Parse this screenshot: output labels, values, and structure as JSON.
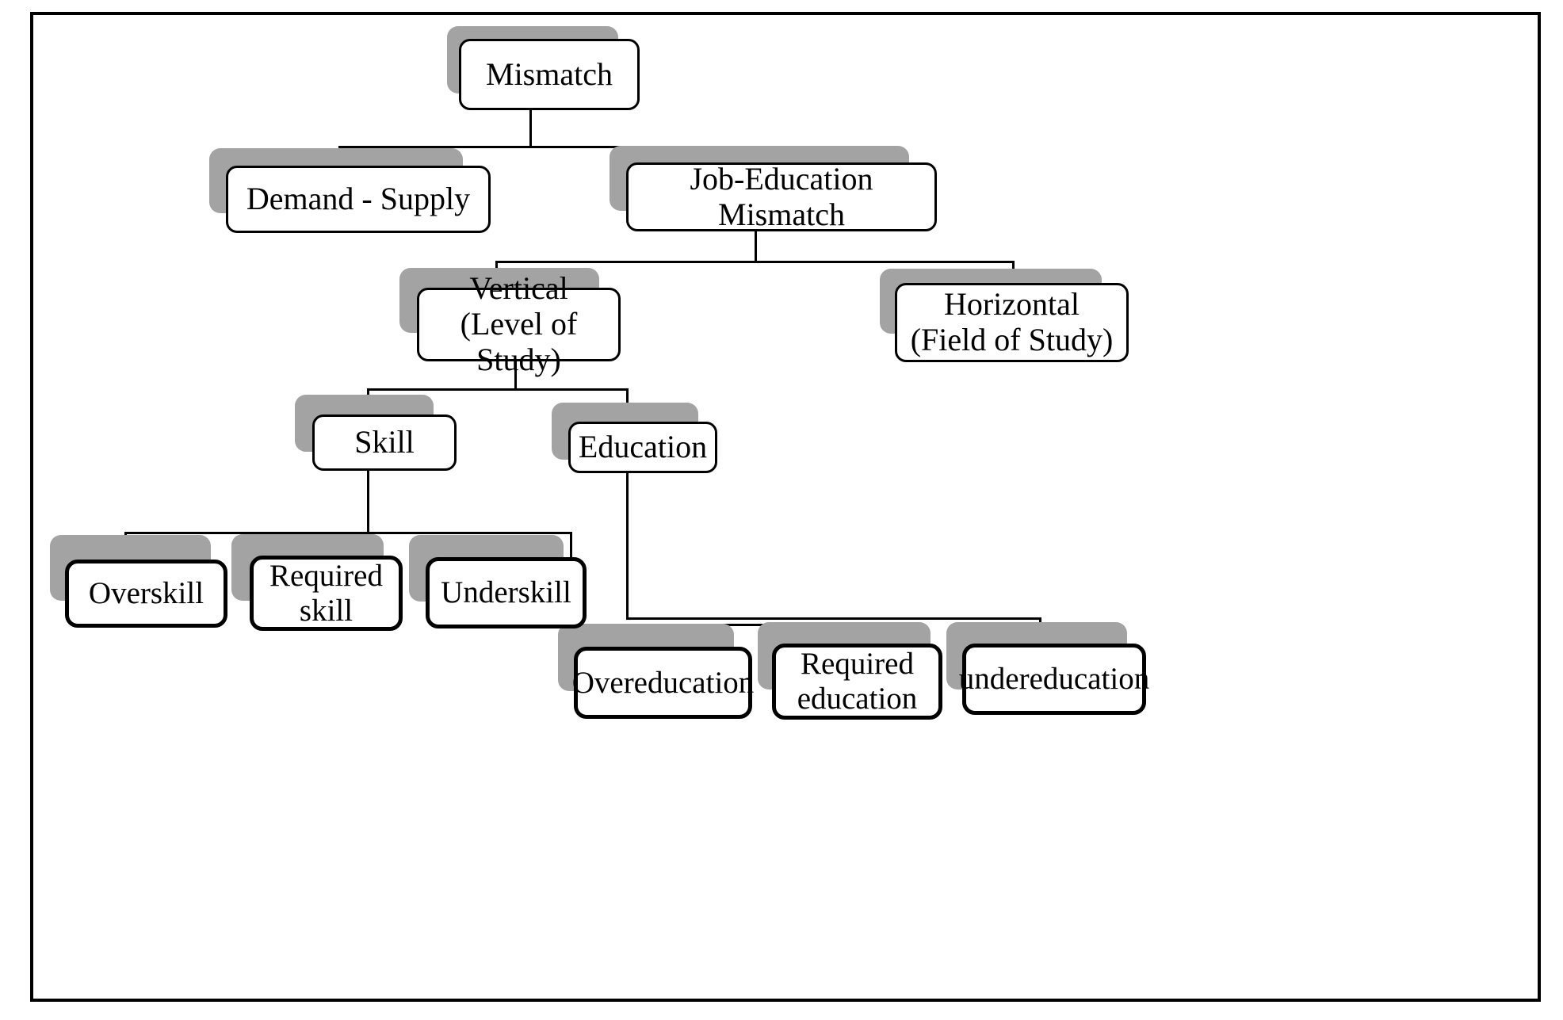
{
  "diagram": {
    "title": "Mismatch taxonomy tree",
    "type": "hierarchy-tree",
    "frame": {
      "border_color": "#000000"
    },
    "style": {
      "box_fill": "#ffffff",
      "box_border": "#000000",
      "shadow_color": "#a3a3a3",
      "line_color": "#000000"
    },
    "nodes": {
      "root": "Mismatch",
      "demand_supply": "Demand - Supply",
      "job_education_mismatch": "Job-Education Mismatch",
      "vertical_line1": "Vertical",
      "vertical_line2": "(Level of Study)",
      "horizontal_line1": "Horizontal",
      "horizontal_line2": "(Field of Study)",
      "skill": "Skill",
      "education": "Education",
      "overskill": "Overskill",
      "required_skill_line1": "Required",
      "required_skill_line2": "skill",
      "underskill": "Underskill",
      "overeducation": "Overeducation",
      "required_education_line1": "Required",
      "required_education_line2": "education",
      "undereducation": "undereducation"
    },
    "tree": [
      {
        "label": "Mismatch",
        "children": [
          {
            "label": "Demand - Supply",
            "children": []
          },
          {
            "label": "Job-Education Mismatch",
            "children": [
              {
                "label": "Vertical (Level of Study)",
                "children": [
                  {
                    "label": "Skill",
                    "children": [
                      {
                        "label": "Overskill",
                        "children": []
                      },
                      {
                        "label": "Required skill",
                        "children": []
                      },
                      {
                        "label": "Underskill",
                        "children": []
                      }
                    ]
                  },
                  {
                    "label": "Education",
                    "children": [
                      {
                        "label": "Overeducation",
                        "children": []
                      },
                      {
                        "label": "Required education",
                        "children": []
                      },
                      {
                        "label": "undereducation",
                        "children": []
                      }
                    ]
                  }
                ]
              },
              {
                "label": "Horizontal (Field of Study)",
                "children": []
              }
            ]
          }
        ]
      }
    ]
  }
}
